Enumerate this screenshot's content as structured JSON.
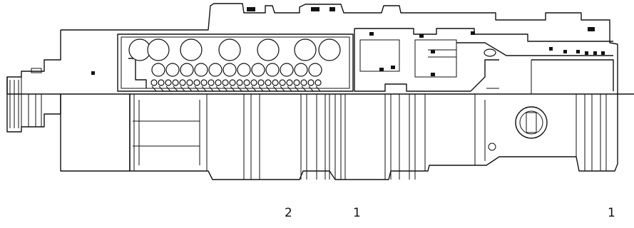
{
  "diagram": {
    "description_alt": "",
    "port_labels": [
      {
        "id": "port-2",
        "text": "2"
      },
      {
        "id": "port-1-mid",
        "text": "1"
      },
      {
        "id": "port-1-right",
        "text": "1"
      }
    ]
  }
}
